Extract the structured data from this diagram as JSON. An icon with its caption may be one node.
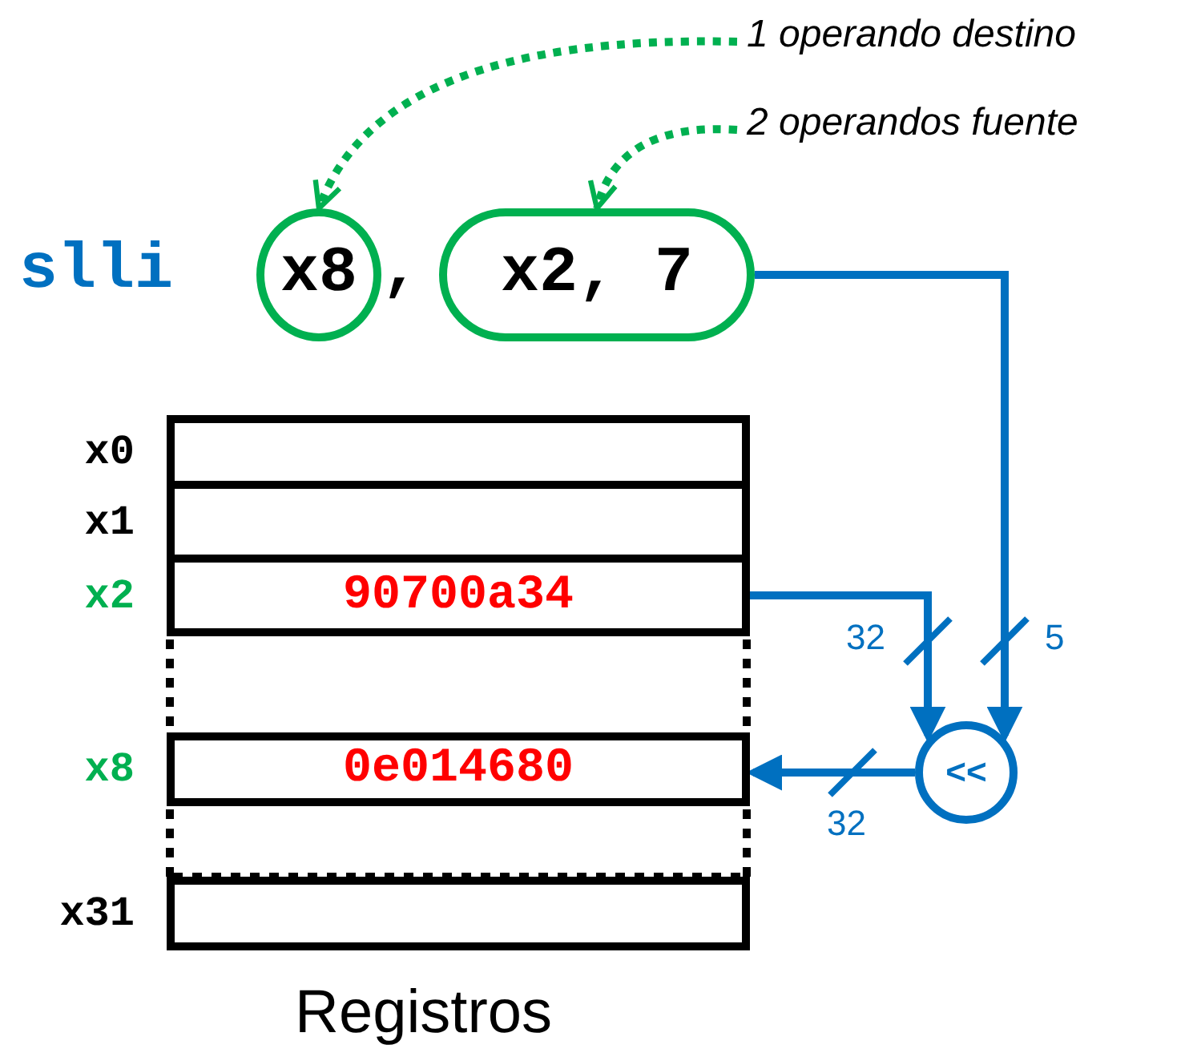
{
  "diagram": {
    "nodes": [
      {
        "text": [
          "1 operando destino"
        ]
      },
      {
        "text": [
          "2 operandos fuente"
        ]
      },
      {
        "text": [
          "x8"
        ]
      },
      {
        "text": [
          "x2, 7"
        ]
      },
      {
        "text": [],
        "shape": "box",
        "beside": [
          "x0"
        ]
      },
      {
        "text": [],
        "shape": "box",
        "beside": [
          "x1"
        ]
      },
      {
        "text": [
          "90700a34"
        ],
        "beside": [
          "x2"
        ]
      },
      {
        "text": [
          "0e014680"
        ],
        "beside": [
          "x8"
        ]
      },
      {
        "text": [],
        "shape": "box",
        "beside": [
          "x31"
        ]
      },
      {
        "text": [
          "<<"
        ]
      }
    ],
    "edges": [
      {
        "from": 0,
        "to": 2,
        "arrow": "to",
        "style": "dashed",
        "color": "#00b050"
      },
      {
        "from": 1,
        "to": 3,
        "arrow": "to",
        "style": "dashed",
        "color": "#00b050"
      },
      {
        "from": 3,
        "to": 9,
        "arrow": "to",
        "label": "5"
      },
      {
        "from": 6,
        "to": 9,
        "arrow": "to",
        "label": "32"
      },
      {
        "from": 9,
        "to": 7,
        "arrow": "to",
        "label": "32"
      }
    ],
    "labels": [
      "slli",
      ",",
      "Registros"
    ]
  }
}
